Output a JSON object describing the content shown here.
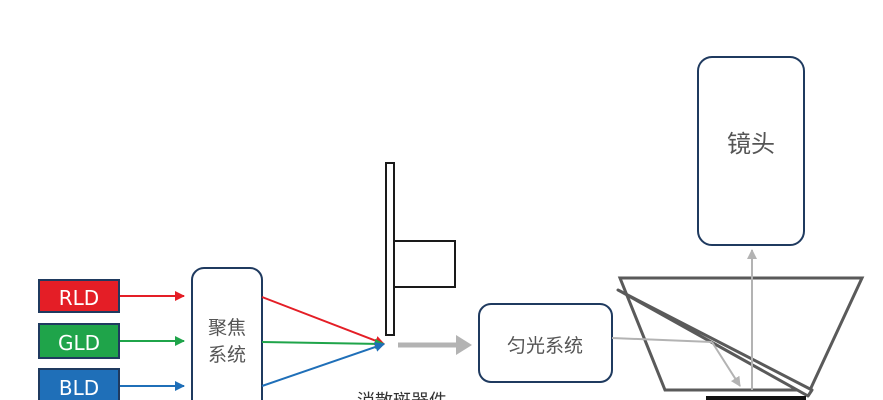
{
  "lasers": {
    "red": {
      "label": "RLD",
      "color": "#e41e26"
    },
    "green": {
      "label": "GLD",
      "color": "#1fa44a"
    },
    "blue": {
      "label": "BLD",
      "color": "#1f6fb8"
    }
  },
  "focus_system": {
    "line1": "聚焦",
    "line2": "系统"
  },
  "diffuser": {
    "label": "消散斑器件"
  },
  "homogenizer": {
    "label": "匀光系统"
  },
  "lens": {
    "label": "镜头"
  },
  "colors": {
    "box_border": "#1f3a5f",
    "beam_gray": "#b3b3b3",
    "prism": "#5a5a5a",
    "chip": "#111111"
  }
}
